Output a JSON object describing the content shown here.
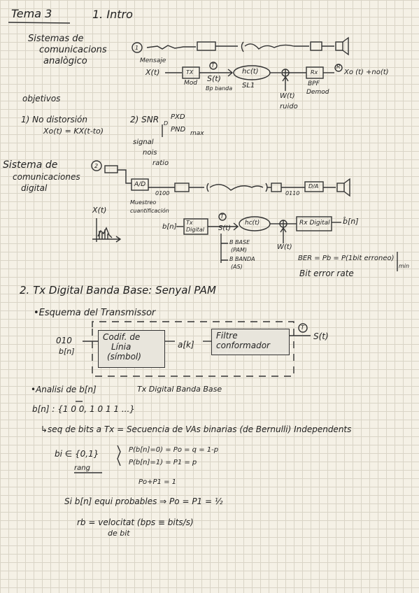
{
  "header": {
    "tema": "Tema 3",
    "section1": "1. Intro"
  },
  "analog": {
    "title": [
      "Sistemas de",
      "comunicacions",
      "analògico"
    ],
    "marker": "1",
    "mensaje": "Mensaje",
    "input": "X(t)",
    "tx": "TX",
    "mod": "Mod",
    "marker_t": "T",
    "st": "S(t)",
    "bp": "Bp banda",
    "channel": "hc(t)",
    "sl": "SL1",
    "wt": "W(t)",
    "ruido": "ruido",
    "rx": "Rx",
    "bpf": "BPF",
    "demod": "Demod",
    "marker_r": "R",
    "output": "Xo (t) +no(t)"
  },
  "objectives": {
    "title": "objetivos",
    "item1": "1) No distorsión",
    "item1_eq": "Xo(t) = KX(t-to)",
    "item2": "2) SNR",
    "item2_sub": "D",
    "item2_eq_num": "PXD",
    "item2_eq_den": "PND",
    "item2_max": "max",
    "note": [
      "signal",
      "nois",
      "ratio"
    ]
  },
  "digital": {
    "title": [
      "Sistema de",
      "comunicaciones",
      "digital"
    ],
    "marker": "2",
    "ad": "A/D",
    "bits1": "0100",
    "muestreo": [
      "Muestreo",
      "cuantificación"
    ],
    "bits2": "0110",
    "da": "D/A",
    "xt": "X(t)",
    "bn": "b[n]",
    "tx": [
      "Tx",
      "Digital"
    ],
    "marker_t": "T",
    "st": "S(t)",
    "channel": "hc(t)",
    "wt": "W(t)",
    "rx": "Rx Digital",
    "bn_hat": "b̂[n]",
    "bbase": [
      "B BASE",
      "(PAM)",
      "B BANDA",
      "(AS)"
    ],
    "ber": "BER = Pb = P(1bit erroneo)",
    "ber_min": "min",
    "ber_label": "Bit error rate"
  },
  "section2": {
    "title": "2. Tx  Digital Banda Base: Senyal PAM",
    "esquema": "•Esquema del Transmissor",
    "bits": "010",
    "bn": "b[n]",
    "block1": [
      "Codif. de",
      "Línia",
      "(símbol)"
    ],
    "an": "a[k]",
    "block2": [
      "Filtre",
      "conformador"
    ],
    "marker_t": "T",
    "st": "S(t)",
    "analisis": "•Analisi de b[n]",
    "analisis_right": "Tx Digital Banda Base",
    "seq": "b[n] : {1 0 0, 1 0 1 1 ...}",
    "seq_desc": "↳seq de bits a Tx = Secuencia de VAs binarias (de Bernulli) Independents",
    "rango_set": "bi ∈ {0,1}",
    "rango_label": "rang",
    "p0": "P(b[n]=0) = Po = q = 1-p",
    "p1": "P(b[n]=1) = P1 = p",
    "sum": "Po+P1 = 1",
    "equi": "Si b[n] equi probables ⇒ Po = P1 = ½",
    "rb": "rb = velocitat  (bps ≡ bits/s)",
    "rb2": "de bit"
  }
}
